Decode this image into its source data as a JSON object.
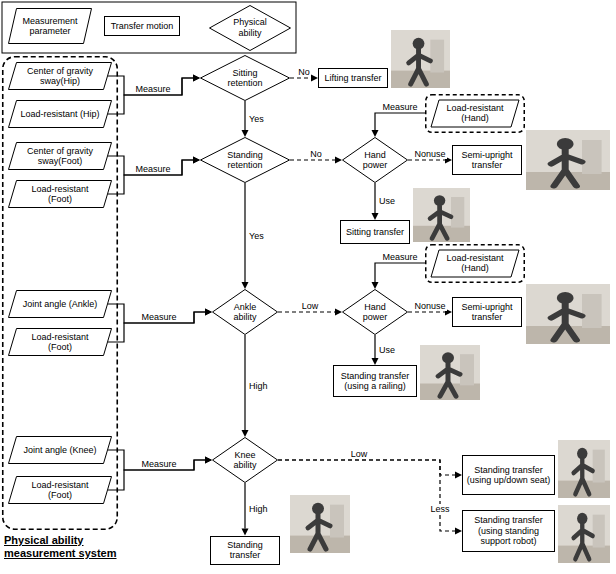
{
  "diagram": {
    "nodes": [
      {
        "text": [
          "Measurement parameter"
        ]
      },
      {
        "text": [
          "Transfer motion"
        ]
      },
      {
        "text": [
          "Physical ability"
        ]
      },
      {
        "text": [
          "Physical ability measurement system"
        ]
      },
      {
        "text": [
          "Center of gravity sway(Hip)"
        ],
        "in": 3
      },
      {
        "text": [
          "Load-resistant (Hip)"
        ],
        "in": 3
      },
      {
        "text": [
          "Center of gravity sway(Foot)"
        ],
        "in": 3
      },
      {
        "text": [
          "Load-resistant (Foot)"
        ],
        "in": 3
      },
      {
        "text": [
          "Joint angle (Ankle)"
        ],
        "in": 3
      },
      {
        "text": [
          "Load-resistant (Foot)"
        ],
        "in": 3
      },
      {
        "text": [
          "Joint angle (Knee)"
        ],
        "in": 3
      },
      {
        "text": [
          "Load-resistant (Foot)"
        ],
        "in": 3
      },
      {
        "text": [
          "Sitting retention"
        ]
      },
      {
        "text": [
          "Lifting transfer"
        ]
      },
      {
        "text": [
          "Standing retention"
        ]
      },
      {
        "text": [
          "Load-resistant (Hand)"
        ]
      },
      {
        "text": [
          "Hand power"
        ]
      },
      {
        "text": [
          "Semi-upright transfer"
        ]
      },
      {
        "text": [
          "Sitting transfer"
        ]
      },
      {
        "text": [
          "Ankle ability"
        ]
      },
      {
        "text": [
          "Load-resistant (Hand)"
        ]
      },
      {
        "text": [
          "Hand power"
        ]
      },
      {
        "text": [
          "Semi-upright transfer"
        ]
      },
      {
        "text": [
          "Standing transfer (using a railing)"
        ]
      },
      {
        "text": [
          "Knee ability"
        ]
      },
      {
        "text": [
          "Standing transfer (using up/down seat)"
        ]
      },
      {
        "text": [
          "Standing transfer (using standing support robot)"
        ]
      },
      {
        "text": [
          "Standing transfer"
        ]
      }
    ],
    "edges": [
      {
        "from": 4,
        "to": 12,
        "arrow": "to",
        "label": "Measure"
      },
      {
        "from": 5,
        "to": 12,
        "arrow": "to"
      },
      {
        "from": 12,
        "to": 13,
        "arrow": "to",
        "label": "No"
      },
      {
        "from": 12,
        "to": 14,
        "arrow": "to",
        "label": "Yes"
      },
      {
        "from": 6,
        "to": 14,
        "arrow": "to",
        "label": "Measure"
      },
      {
        "from": 7,
        "to": 14,
        "arrow": "to"
      },
      {
        "from": 14,
        "to": 16,
        "arrow": "to",
        "label": "No"
      },
      {
        "from": 15,
        "to": 16,
        "arrow": "to",
        "label": "Measure"
      },
      {
        "from": 16,
        "to": 17,
        "arrow": "to",
        "label": "Nonuse"
      },
      {
        "from": 16,
        "to": 18,
        "arrow": "to",
        "label": "Use"
      },
      {
        "from": 14,
        "to": 19,
        "arrow": "to",
        "label": "Yes"
      },
      {
        "from": 8,
        "to": 19,
        "arrow": "to",
        "label": "Measure"
      },
      {
        "from": 9,
        "to": 19,
        "arrow": "to"
      },
      {
        "from": 19,
        "to": 21,
        "arrow": "to",
        "label": "Low"
      },
      {
        "from": 20,
        "to": 21,
        "arrow": "to",
        "label": "Measure"
      },
      {
        "from": 21,
        "to": 22,
        "arrow": "to",
        "label": "Nonuse"
      },
      {
        "from": 21,
        "to": 23,
        "arrow": "to",
        "label": "Use"
      },
      {
        "from": 19,
        "to": 24,
        "arrow": "to",
        "label": "High"
      },
      {
        "from": 10,
        "to": 24,
        "arrow": "to",
        "label": "Measure"
      },
      {
        "from": 11,
        "to": 24,
        "arrow": "to"
      },
      {
        "from": 24,
        "to": 25,
        "arrow": "to",
        "label": "Low"
      },
      {
        "from": 24,
        "to": 26,
        "arrow": "to",
        "label": "Less"
      },
      {
        "from": 24,
        "to": 27,
        "arrow": "to",
        "label": "High"
      }
    ]
  }
}
